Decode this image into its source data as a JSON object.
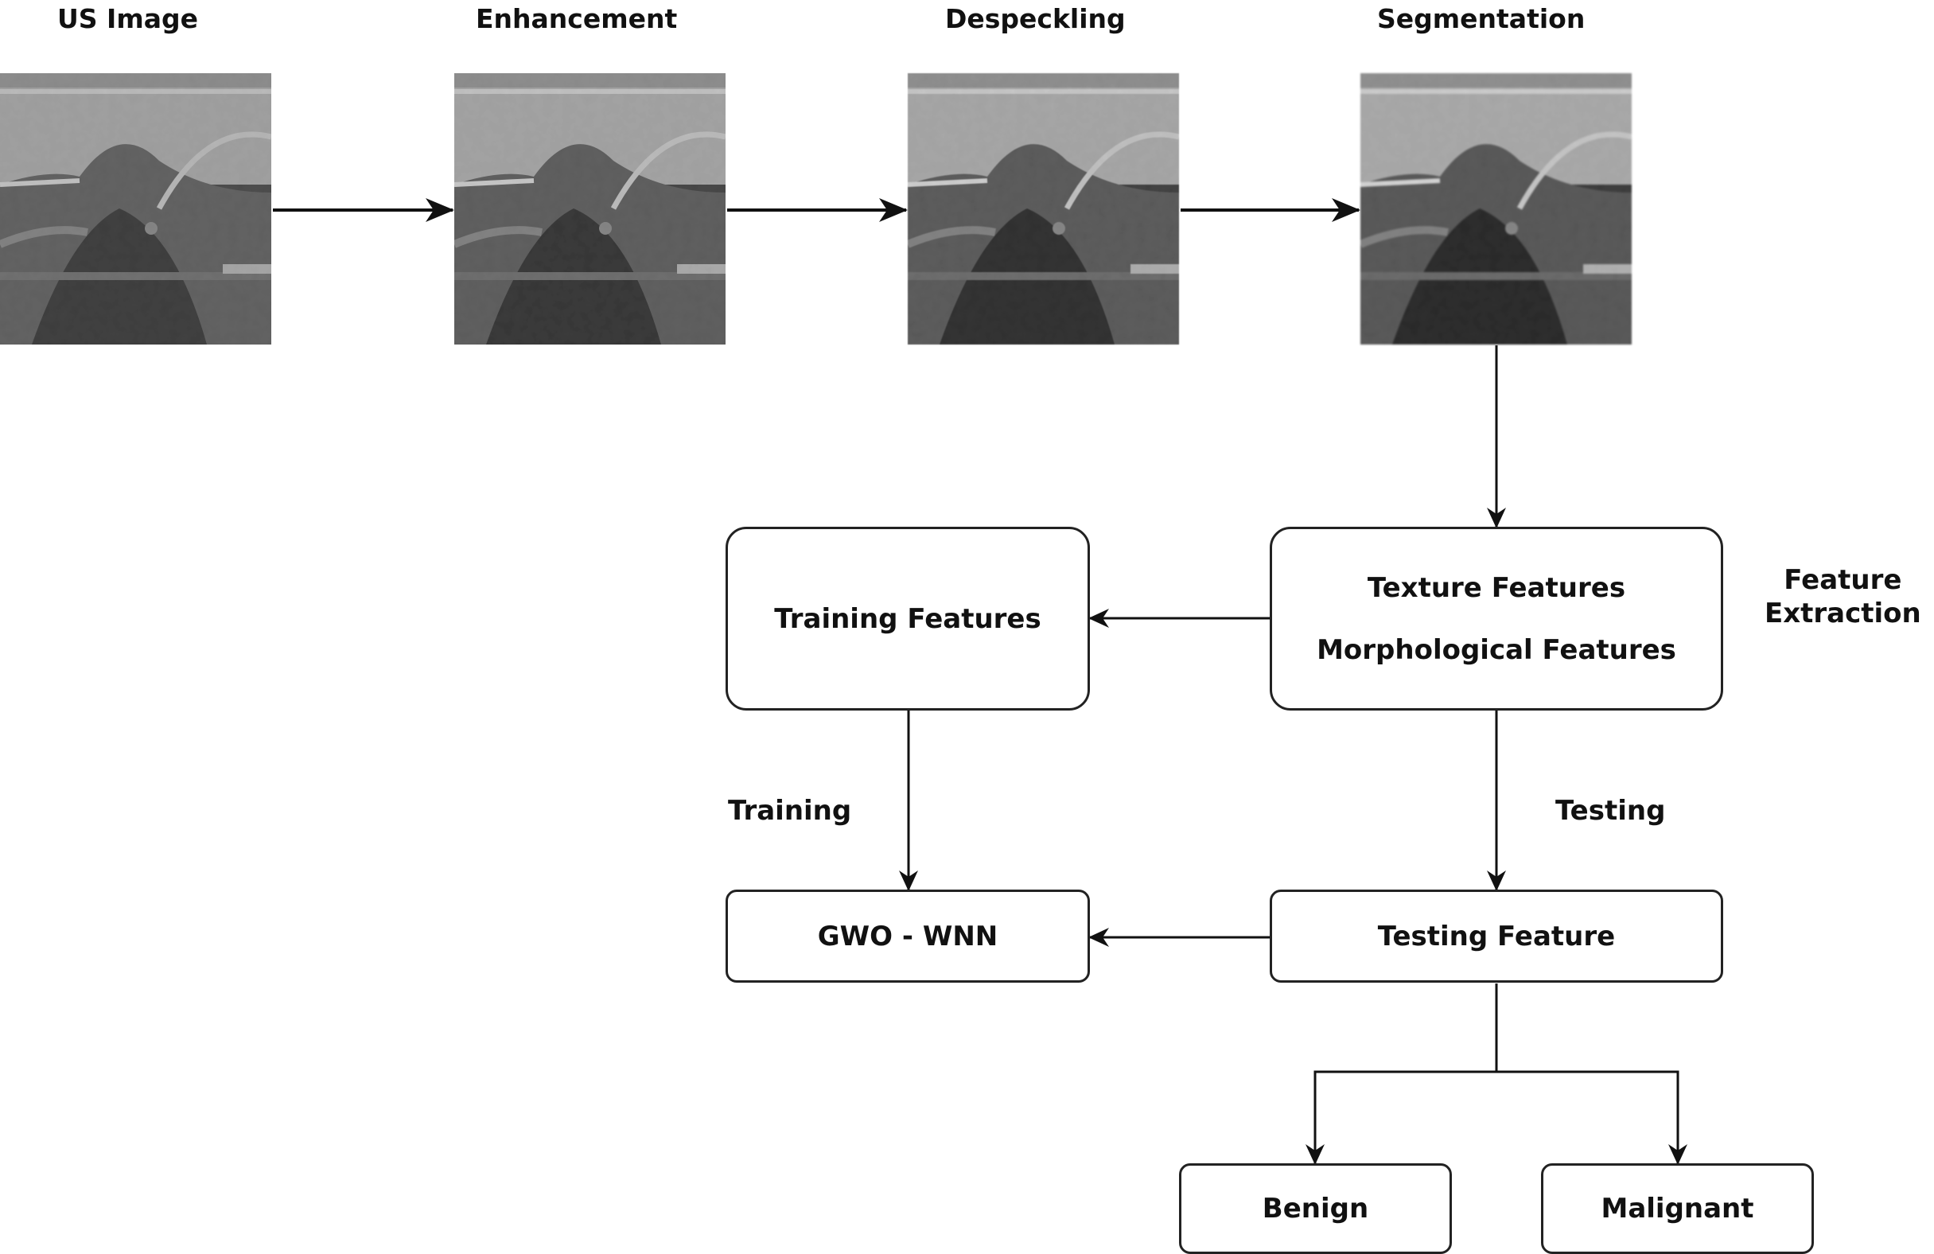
{
  "stages": [
    "US Image",
    "Enhancement",
    "Despeckling",
    "Segmentation"
  ],
  "boxes": {
    "feature_extraction_line1": "Texture Features",
    "feature_extraction_line2": "Morphological Features",
    "training_features": "Training Features",
    "testing_feature": "Testing Feature",
    "classifier": "GWO - WNN",
    "benign": "Benign",
    "malignant": "Malignant"
  },
  "labels": {
    "feature_extraction_1": "Feature",
    "feature_extraction_2": "Extraction",
    "training": "Training",
    "testing": "Testing"
  }
}
